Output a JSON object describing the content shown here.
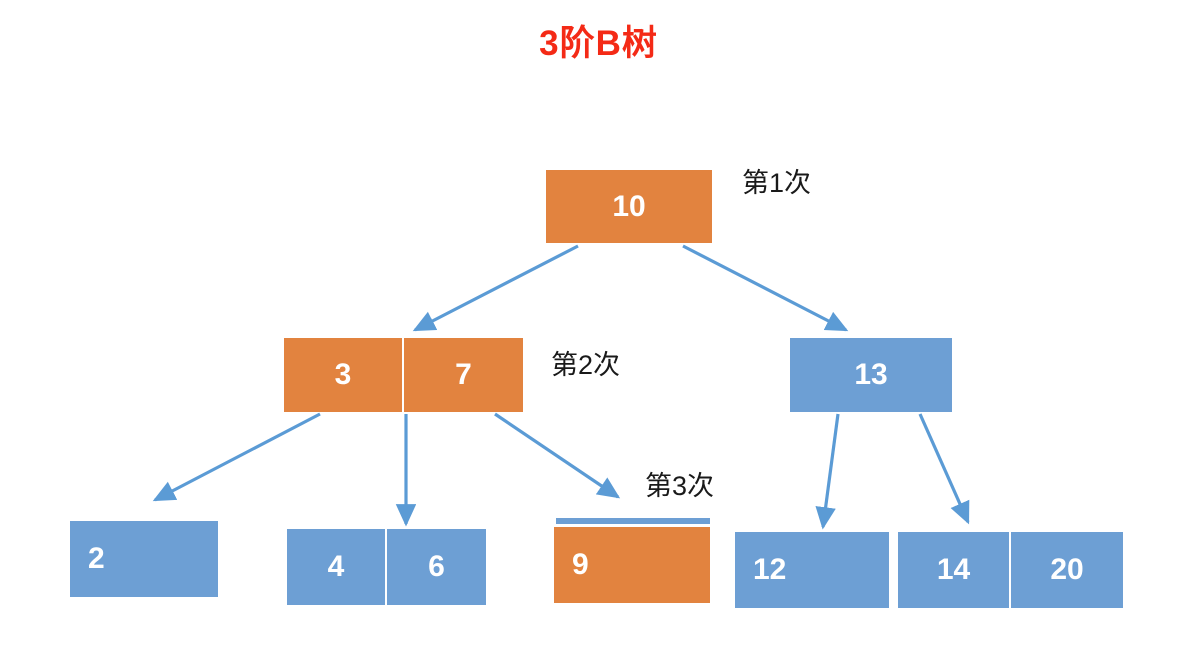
{
  "title": "3阶B树",
  "colors": {
    "title": "#F42A16",
    "orange": "#E2833F",
    "blue": "#6D9FD4",
    "arrow": "#5B9BD5",
    "text_on_node": "#FFFFFF",
    "label_text": "#1A1A1A",
    "background": "#FFFFFF"
  },
  "tree": {
    "root": {
      "name": "node-root",
      "keys": [
        "10"
      ],
      "color": "orange"
    },
    "level2": [
      {
        "name": "node-3-7",
        "keys": [
          "3",
          "7"
        ],
        "color": "orange"
      },
      {
        "name": "node-13",
        "keys": [
          "13"
        ],
        "color": "blue"
      }
    ],
    "leaves": [
      {
        "name": "leaf-2",
        "keys": [
          "2"
        ],
        "color": "blue",
        "align": "left"
      },
      {
        "name": "leaf-4-6",
        "keys": [
          "4",
          "6"
        ],
        "color": "blue",
        "align": "center"
      },
      {
        "name": "leaf-9",
        "keys": [
          "9"
        ],
        "color": "orange",
        "align": "left",
        "top_strip": true
      },
      {
        "name": "leaf-12",
        "keys": [
          "12"
        ],
        "color": "blue",
        "align": "left"
      },
      {
        "name": "leaf-14-20",
        "keys": [
          "14",
          "20"
        ],
        "color": "blue",
        "align": "center"
      }
    ]
  },
  "step_labels": [
    {
      "name": "step-label-1",
      "text": "第1次"
    },
    {
      "name": "step-label-2",
      "text": "第2次"
    },
    {
      "name": "step-label-3",
      "text": "第3次"
    }
  ],
  "edges": [
    {
      "name": "edge-root-to-3-7",
      "from": "10",
      "to": "3 7"
    },
    {
      "name": "edge-root-to-13",
      "from": "10",
      "to": "13"
    },
    {
      "name": "edge-3-7-to-2",
      "from": "3 7",
      "to": "2"
    },
    {
      "name": "edge-3-7-to-4-6",
      "from": "3 7",
      "to": "4 6"
    },
    {
      "name": "edge-3-7-to-9",
      "from": "3 7",
      "to": "9"
    },
    {
      "name": "edge-13-to-12",
      "from": "13",
      "to": "12"
    },
    {
      "name": "edge-13-to-14-20",
      "from": "13",
      "to": "14 20"
    }
  ]
}
